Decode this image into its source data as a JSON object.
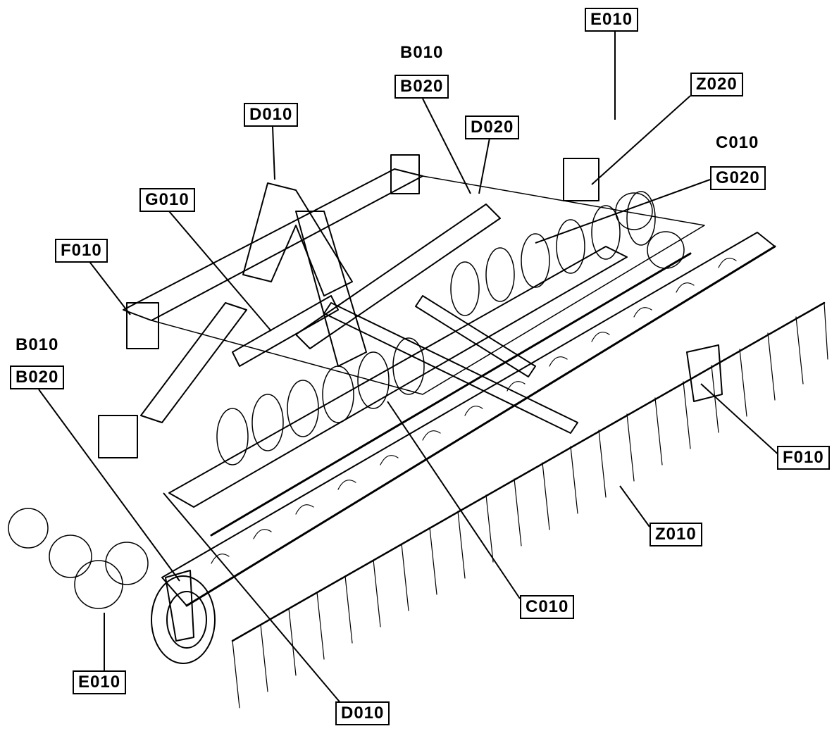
{
  "labels": {
    "e010_top": "E010",
    "b010_top": "B010",
    "b020_top": "B020",
    "z020": "Z020",
    "d020": "D020",
    "c010_top": "C010",
    "g020": "G020",
    "d010_top": "D010",
    "g010": "G010",
    "f010_left": "F010",
    "b010_left": "B010",
    "b020_left": "B020",
    "f010_right": "F010",
    "z010": "Z010",
    "c010_bottom": "C010",
    "e010_bottom": "E010",
    "d010_bottom": "D010"
  },
  "colors": {
    "line": "#000000",
    "fill": "#ffffff"
  }
}
